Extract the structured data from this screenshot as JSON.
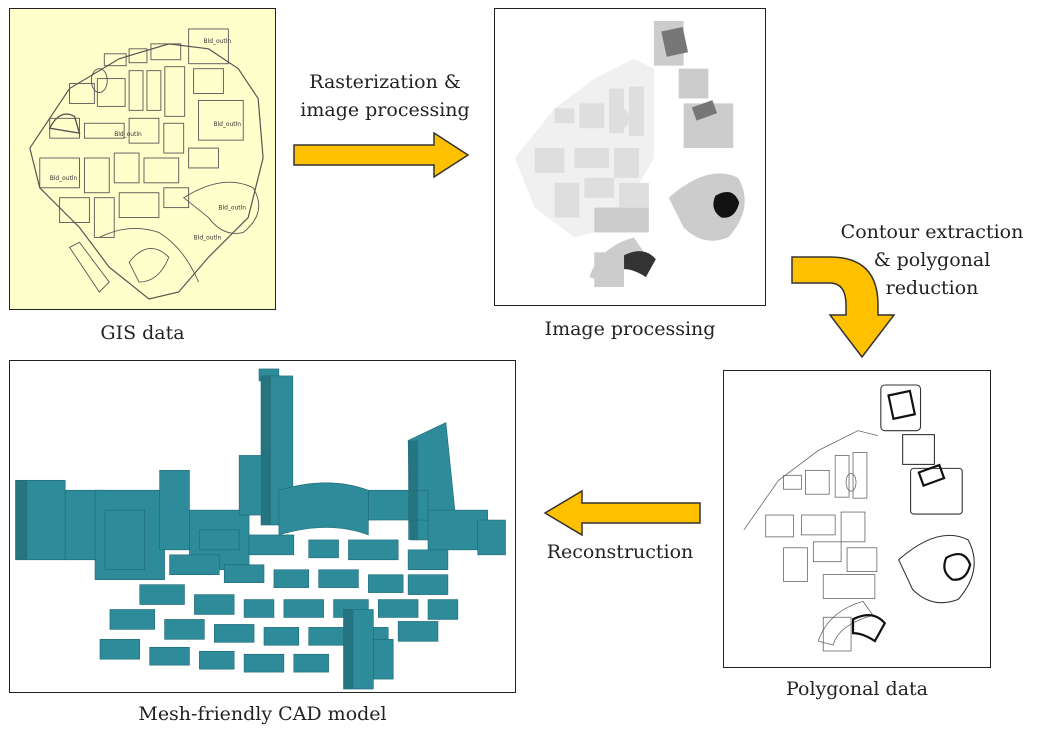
{
  "panels": {
    "gis": {
      "caption": "GIS data",
      "background": "#ffffcc",
      "labels": [
        "Bld_outln",
        "Bld_outln",
        "Bld_outln",
        "Bld_outln",
        "Bld_outln",
        "Bld_outln"
      ]
    },
    "image": {
      "caption": "Image processing"
    },
    "polygonal": {
      "caption": "Polygonal data"
    },
    "cad": {
      "caption": "Mesh-friendly CAD model",
      "model_color": "#2e8b9a"
    }
  },
  "steps": {
    "rasterization": [
      "Rasterization &",
      "image processing"
    ],
    "contour": [
      "Contour extraction",
      "& polygonal",
      "reduction"
    ],
    "reconstruction": "Reconstruction"
  },
  "colors": {
    "arrow_fill": "#ffc000",
    "arrow_stroke": "#333333",
    "border": "#222222"
  }
}
